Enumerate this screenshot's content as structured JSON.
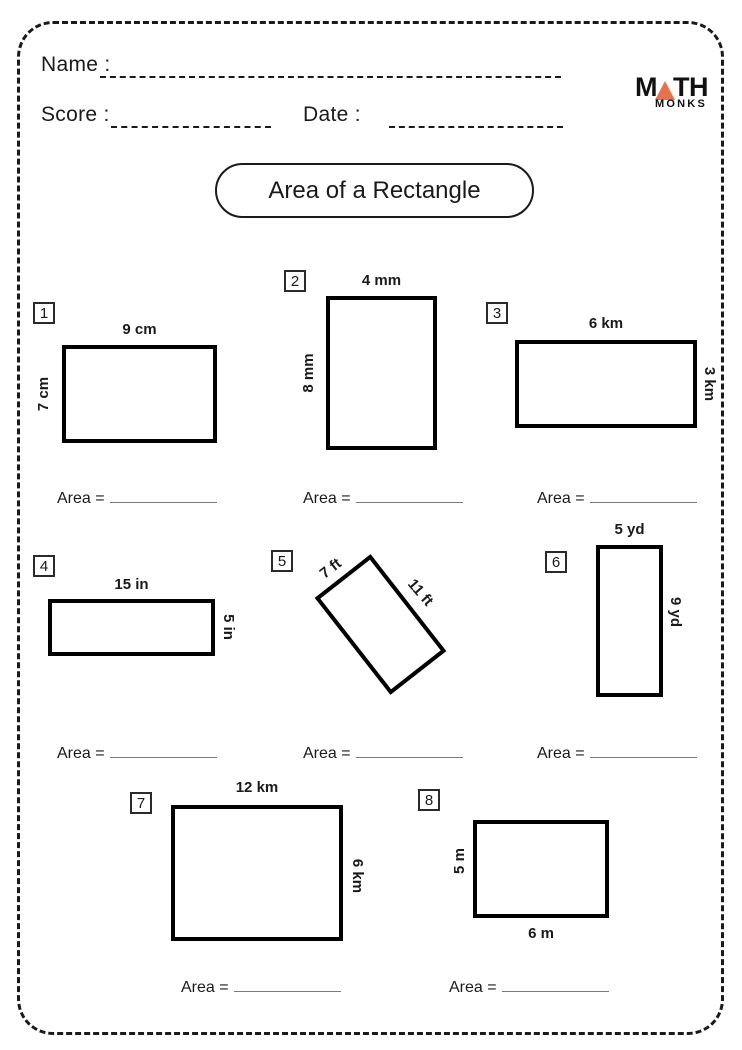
{
  "header": {
    "name_label": "Name :",
    "score_label": "Score :",
    "date_label": "Date :",
    "logo": {
      "word_start": "M",
      "word_end": "TH",
      "subtitle": "MONKS",
      "triangle_color": "#e8724c"
    },
    "title": "Area of a Rectangle"
  },
  "area_prompt": "Area =",
  "problems": [
    {
      "number": "1",
      "top_label": "9 cm",
      "side_label": "7 cm"
    },
    {
      "number": "2",
      "top_label": "4 mm",
      "side_label": "8 mm"
    },
    {
      "number": "3",
      "top_label": "6 km",
      "side_label": "3 km"
    },
    {
      "number": "4",
      "top_label": "15 in",
      "side_label": "5 in"
    },
    {
      "number": "5",
      "side_a_label": "7 ft",
      "side_b_label": "11 ft"
    },
    {
      "number": "6",
      "top_label": "5 yd",
      "side_label": "9 yd"
    },
    {
      "number": "7",
      "top_label": "12 km",
      "side_label": "6 km"
    },
    {
      "number": "8",
      "bottom_label": "6 m",
      "side_label": "5 m"
    }
  ],
  "colors": {
    "ink": "#1a1a1a",
    "accent": "#e8724c",
    "blank_line": "#7a7a7a"
  }
}
